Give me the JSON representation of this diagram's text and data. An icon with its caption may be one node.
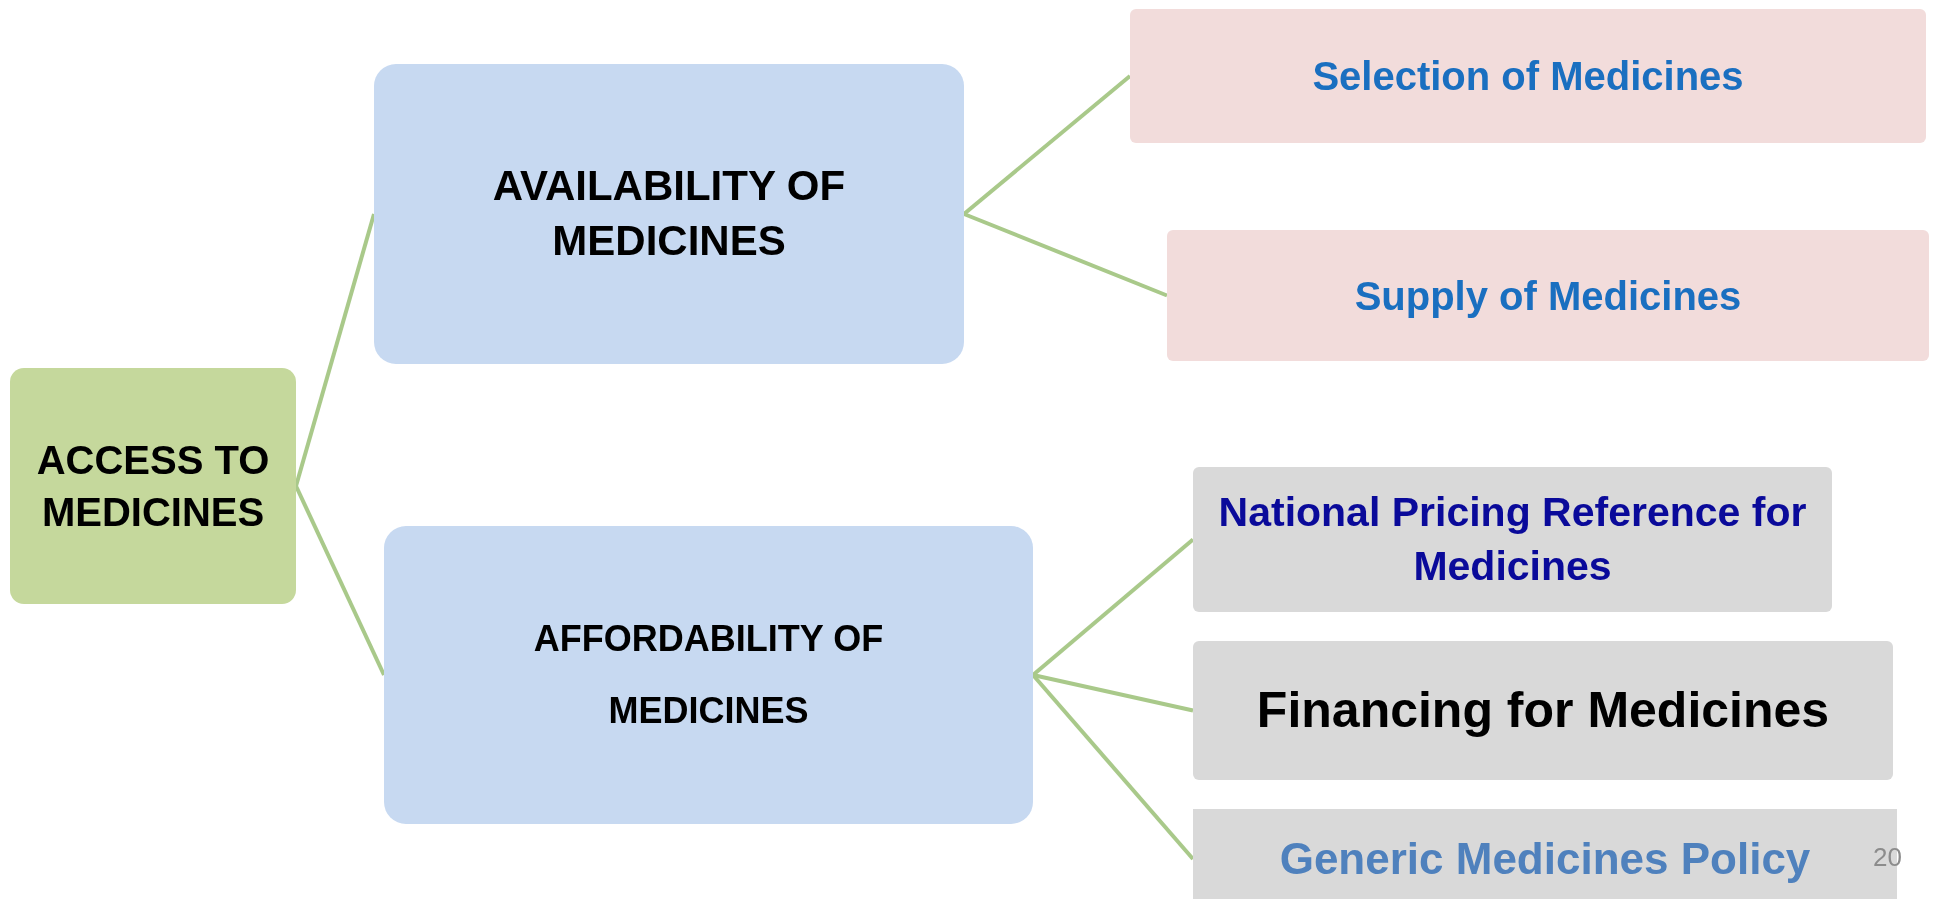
{
  "diagram": {
    "nodes": [
      {
        "text": [
          "ACCESS TO MEDICINES"
        ]
      },
      {
        "text": [
          "AVAILABILITY OF MEDICINES"
        ]
      },
      {
        "text": [
          "AFFORDABILITY OF MEDICINES"
        ]
      },
      {
        "text": [
          "Selection of Medicines"
        ]
      },
      {
        "text": [
          "Supply of Medicines"
        ]
      },
      {
        "text": [
          "National Pricing Reference for Medicines"
        ]
      },
      {
        "text": [
          "Financing for Medicines"
        ]
      },
      {
        "text": [
          "Generic Medicines Policy"
        ]
      }
    ],
    "edges": [
      {
        "from": 0,
        "to": 1,
        "arrow": "none"
      },
      {
        "from": 0,
        "to": 2,
        "arrow": "none"
      },
      {
        "from": 1,
        "to": 3,
        "arrow": "none"
      },
      {
        "from": 1,
        "to": 4,
        "arrow": "none"
      },
      {
        "from": 2,
        "to": 5,
        "arrow": "none"
      },
      {
        "from": 2,
        "to": 6,
        "arrow": "none"
      },
      {
        "from": 2,
        "to": 7,
        "arrow": "none"
      }
    ],
    "labels": [
      "20"
    ]
  }
}
